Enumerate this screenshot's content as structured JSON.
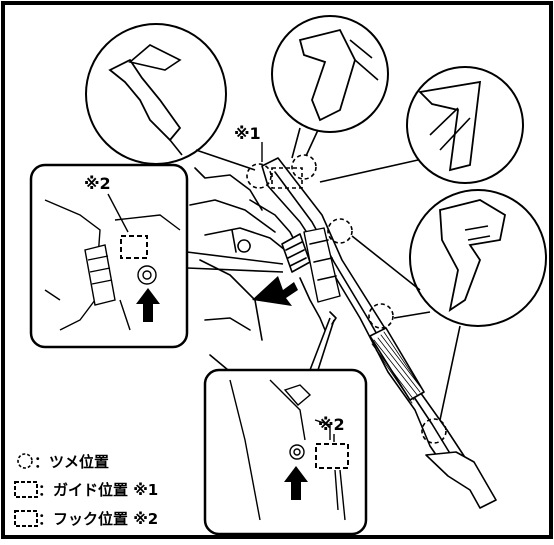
{
  "callouts": {
    "mark1": "※1",
    "mark2_left": "※2",
    "mark2_bottom": "※2"
  },
  "legend": {
    "claw": "：ツメ位置",
    "guide": "：ガイド位置 ※1",
    "hook": "：フック位置 ※2"
  },
  "colors": {
    "line": "#000000",
    "background": "#ffffff"
  }
}
